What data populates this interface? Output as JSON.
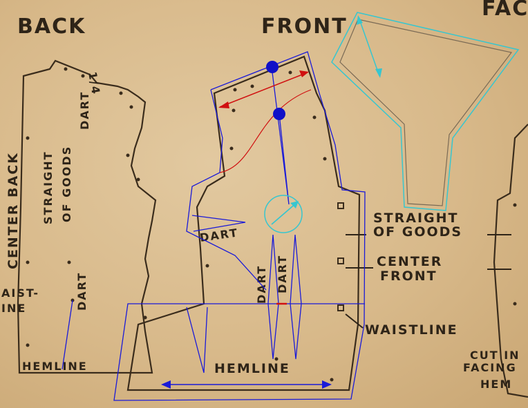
{
  "back": {
    "title": "BACK",
    "center_back": "CENTER BACK",
    "straight_of_goods_1": "STRAIGHT",
    "straight_of_goods_2": "OF GOODS",
    "quarter_dart_1": "1/4",
    "quarter_dart_2": "DART",
    "dart": "DART",
    "waistline_1": "AIST-",
    "waistline_2": "INE",
    "hemline": "HEMLINE"
  },
  "front": {
    "title": "FRONT",
    "side_dart": "DART",
    "dart_left": "DART",
    "dart_right": "DART",
    "straight_of_goods_1": "STRAIGHT",
    "straight_of_goods_2": "OF GOODS",
    "center_front_1": "CENTER",
    "center_front_2": "FRONT",
    "waistline": "WAISTLINE",
    "hemline": "HEMLINE"
  },
  "facing": {
    "title": "FAC",
    "cut_in_1": "CUT IN",
    "cut_in_2": "FACING",
    "hem": "HEM"
  },
  "overlay_colors": {
    "outline": "#1a1ad8",
    "handle": "#1010c8",
    "measure": "#d01010",
    "rotate": "#37c6cf"
  }
}
